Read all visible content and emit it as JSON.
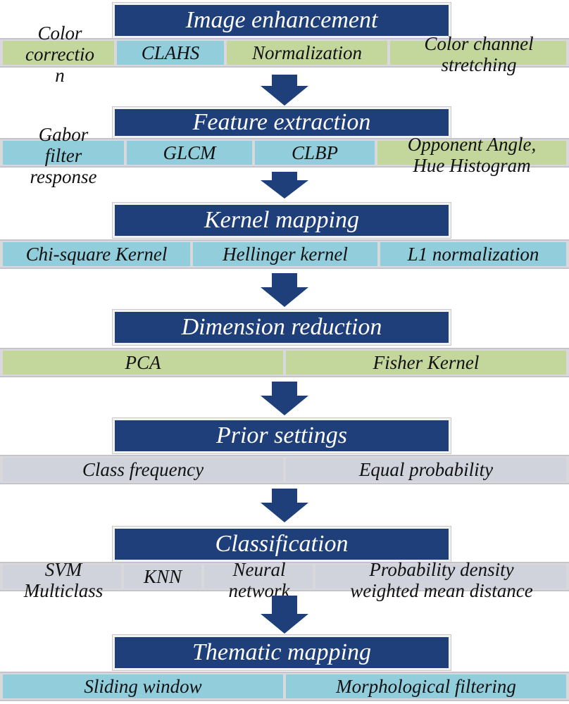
{
  "stages": [
    {
      "title": "Image enhancement",
      "items": [
        "Color correctio n",
        "CLAHS",
        "Normalization",
        "Color channel stretching"
      ]
    },
    {
      "title": "Feature extraction",
      "items": [
        "Gabor filter response",
        "GLCM",
        "CLBP",
        "Opponent Angle, Hue Histogram"
      ]
    },
    {
      "title": "Kernel mapping",
      "items": [
        "Chi-square Kernel",
        "Hellinger kernel",
        "L1 normalization"
      ]
    },
    {
      "title": "Dimension reduction",
      "items": [
        "PCA",
        "Fisher Kernel"
      ]
    },
    {
      "title": "Prior settings",
      "items": [
        "Class frequency",
        "Equal probability"
      ]
    },
    {
      "title": "Classification",
      "items": [
        "SVM Multiclass",
        "KNN",
        "Neural network",
        "Probability density weighted mean distance"
      ]
    },
    {
      "title": "Thematic mapping",
      "items": [
        "Sliding window",
        "Morphological filtering"
      ]
    }
  ],
  "multiline": {
    "color_correction": [
      "Color",
      "correctio",
      "n"
    ],
    "color_channel": [
      "Color channel",
      "stretching"
    ],
    "gabor": [
      "Gabor",
      "filter",
      "response"
    ],
    "opponent": [
      "Opponent Angle,",
      "Hue Histogram"
    ],
    "svm": [
      "SVM",
      "Multiclass"
    ],
    "neural": [
      "Neural",
      "network"
    ],
    "prob": [
      "Probability density",
      "weighted mean distance"
    ]
  },
  "colors": {
    "header": "#1f3f7a",
    "green": "#c3d69b",
    "blue": "#92cddc",
    "gray": "#d0d3dc",
    "arrow": "#1f3f7a"
  }
}
